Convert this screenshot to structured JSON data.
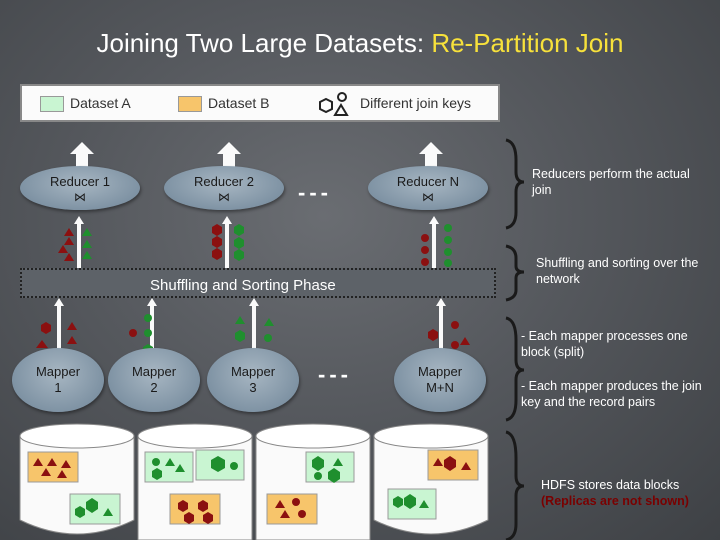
{
  "title": {
    "main": "Joining Two Large Datasets: ",
    "highlight": "Re-Partition Join"
  },
  "legend": {
    "dataset_a": {
      "label": "Dataset A",
      "color": "#c9f5d2"
    },
    "dataset_b": {
      "label": "Dataset B",
      "color": "#f7c56b"
    },
    "join_keys": {
      "label": "Different join keys"
    }
  },
  "reducers": [
    {
      "label": "Reducer 1",
      "op": "⋈"
    },
    {
      "label": "Reducer 2",
      "op": "⋈"
    },
    {
      "label": "Reducer N",
      "op": "⋈"
    }
  ],
  "phase": {
    "label": "Shuffling and Sorting Phase"
  },
  "mappers": [
    {
      "line1": "Mapper",
      "line2": "1"
    },
    {
      "line1": "Mapper",
      "line2": "2"
    },
    {
      "line1": "Mapper",
      "line2": "3"
    },
    {
      "line1": "Mapper",
      "line2": "M+N"
    }
  ],
  "annotations": {
    "reducers": "Reducers perform the actual join",
    "shuffle": "Shuffling and sorting over the network",
    "mapper_split": "- Each mapper processes one block (split)",
    "mapper_pairs": "- Each mapper produces the join key and the record pairs",
    "hdfs": "HDFS stores data blocks",
    "hdfs_note": "(Replicas are not shown)"
  },
  "colors": {
    "dark_red": "#8b1010",
    "green": "#1f8f2e",
    "dataset_a_block": "#c9f5d2",
    "dataset_b_block": "#f7c56b"
  }
}
